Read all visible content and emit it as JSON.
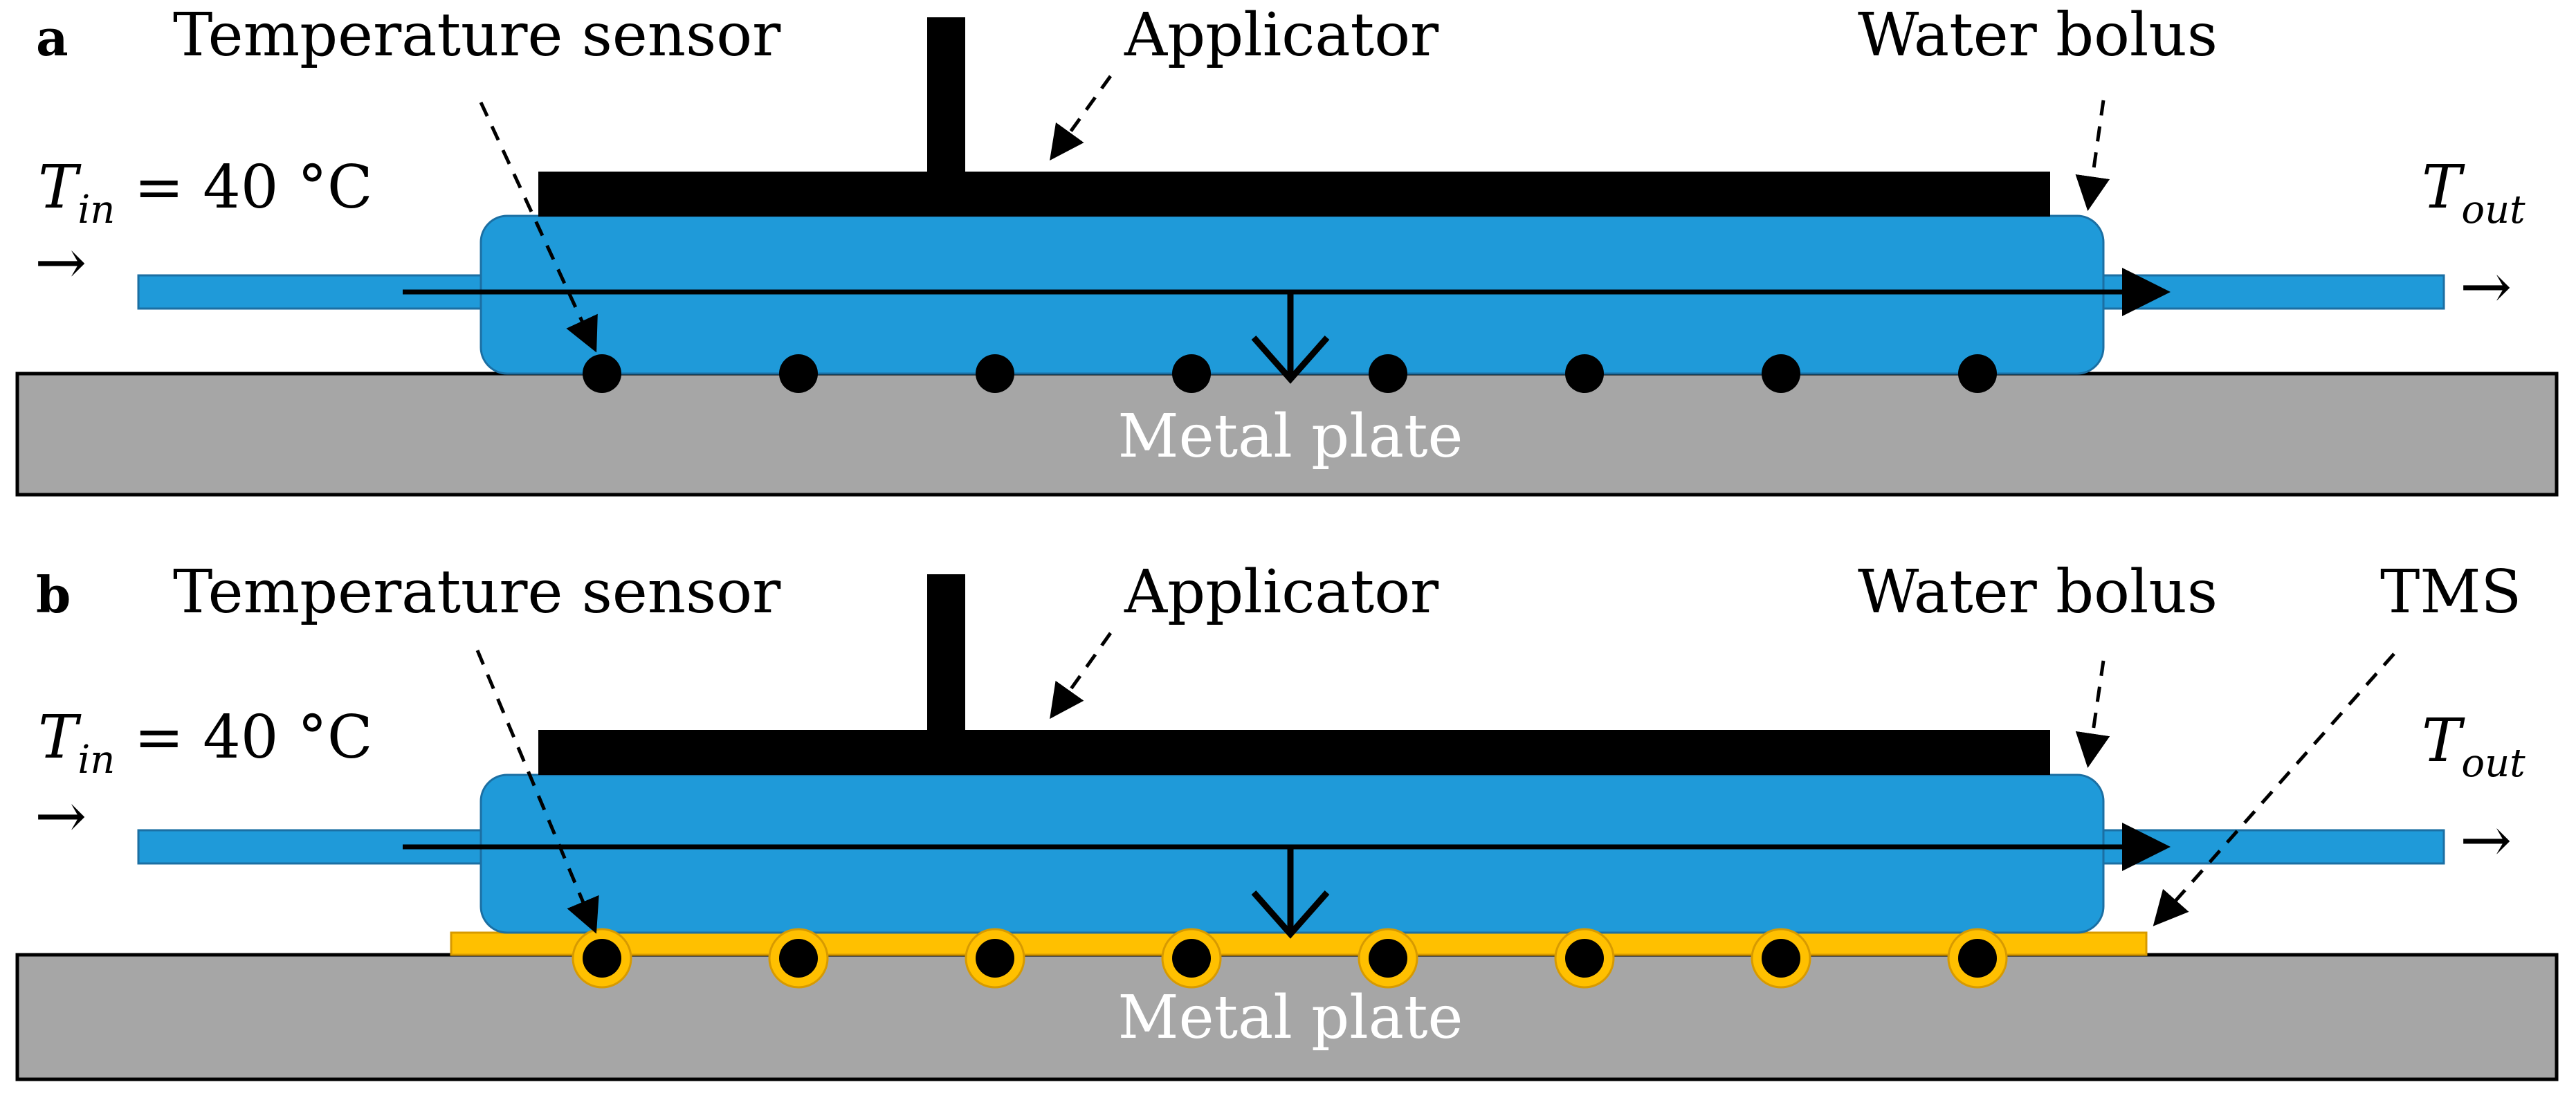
{
  "colors": {
    "water": "#1f9ad9",
    "water_stroke": "#1b6fa3",
    "plate": "#a6a6a6",
    "tms": "#ffc000",
    "tms_stroke": "#d79a00",
    "applicator": "#000000",
    "plate_text": "#ffffff"
  },
  "panels": [
    {
      "letter": "a",
      "temperature_sensor": "Temperature sensor",
      "applicator": "Applicator",
      "water_bolus": "Water bolus",
      "t_in_symbol": "T",
      "t_in_sub": "in",
      "t_in_value": " = 40 °C",
      "t_out_symbol": "T",
      "t_out_sub": "out",
      "in_arrow": "→",
      "out_arrow": "→",
      "plate": "Metal plate",
      "sensor_count": 8,
      "has_tms": false
    },
    {
      "letter": "b",
      "temperature_sensor": "Temperature sensor",
      "applicator": "Applicator",
      "water_bolus": "Water bolus",
      "tms": "TMS",
      "t_in_symbol": "T",
      "t_in_sub": "in",
      "t_in_value": " = 40 °C",
      "t_out_symbol": "T",
      "t_out_sub": "out",
      "in_arrow": "→",
      "out_arrow": "→",
      "plate": "Metal plate",
      "sensor_count": 8,
      "has_tms": true
    }
  ]
}
